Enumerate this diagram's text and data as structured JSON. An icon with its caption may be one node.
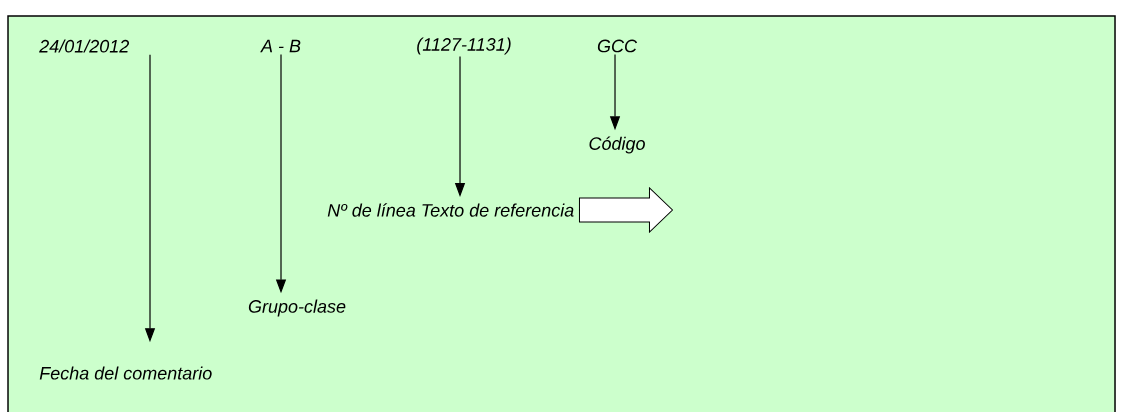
{
  "diagram": {
    "nodes": [
      {
        "text": [
          "24/01/2012"
        ]
      },
      {
        "text": [
          "A - B"
        ]
      },
      {
        "text": [
          "(1127-1131)"
        ]
      },
      {
        "text": [
          "GCC"
        ]
      },
      {
        "text": [
          "Código"
        ]
      },
      {
        "text": [
          "Nº de línea Texto de referencia"
        ]
      },
      {
        "text": [
          "Grupo-clase"
        ]
      },
      {
        "text": [
          "Fecha del comentario"
        ]
      }
    ],
    "edges": [
      {
        "from": 0,
        "to": 7,
        "arrow": "to"
      },
      {
        "from": 1,
        "to": 6,
        "arrow": "to"
      },
      {
        "from": 2,
        "to": 5,
        "arrow": "to"
      },
      {
        "from": 3,
        "to": 4,
        "arrow": "to"
      },
      {
        "from": 5,
        "to": null,
        "arrow": "to"
      }
    ]
  }
}
